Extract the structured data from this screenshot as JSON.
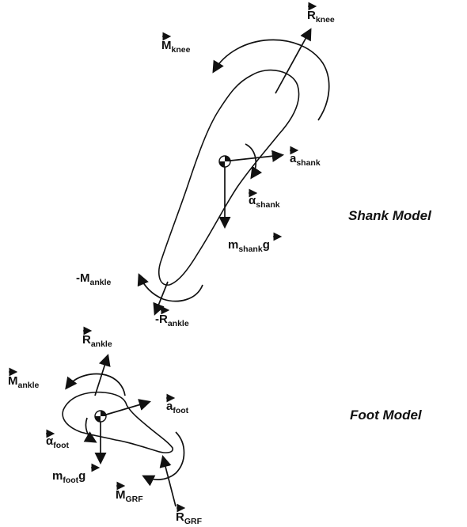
{
  "shank_title": "Shank Model",
  "foot_title": "Foot Model",
  "labels": {
    "R_knee": {
      "arrow": "⃗",
      "main": "R",
      "sub": "knee"
    },
    "M_knee": {
      "arrow": "^",
      "main": "M",
      "sub": "knee"
    },
    "a_shank": {
      "arrow": "⃗",
      "main": "a",
      "sub": "shank"
    },
    "alpha_shank": {
      "arrow": "⃗",
      "main": "α",
      "sub": "shank"
    },
    "m_shank_g": {
      "main": "m",
      "sub": "shank",
      "tail": "g"
    },
    "neg_M_ankle": {
      "prefix": "-",
      "main": "M",
      "sub": "ankle"
    },
    "neg_R_ankle": {
      "prefix": "-",
      "main": "R",
      "sub": "ankle"
    },
    "R_ankle": {
      "main": "R",
      "sub": "ankle"
    },
    "M_ankle": {
      "main": "M",
      "sub": "ankle"
    },
    "a_foot": {
      "main": "a",
      "sub": "foot"
    },
    "alpha_foot": {
      "main": "α",
      "sub": "foot"
    },
    "m_foot_g": {
      "main": "m",
      "sub": "foot",
      "tail": "g"
    },
    "M_GRF": {
      "main": "M",
      "sub": "GRF"
    },
    "R_GRF": {
      "main": "R",
      "sub": "GRF"
    }
  }
}
